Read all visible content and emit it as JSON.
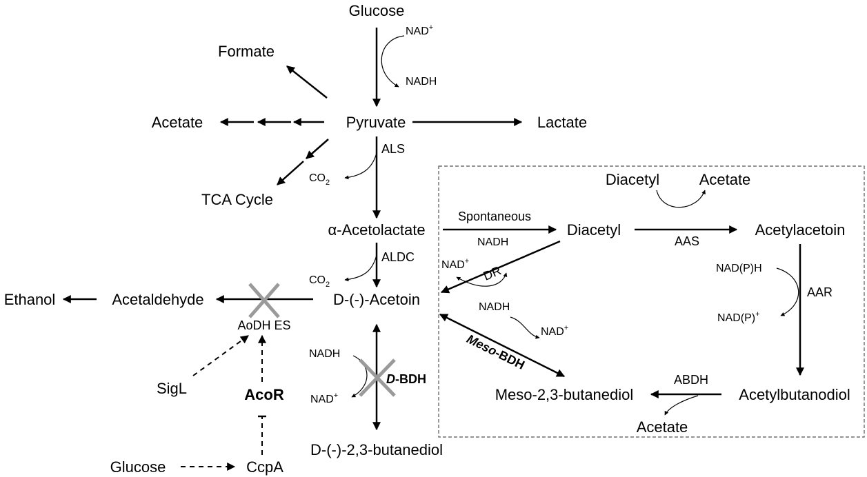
{
  "nodes": {
    "glucose_top": "Glucose",
    "formate": "Formate",
    "acetate_left": "Acetate",
    "pyruvate": "Pyruvate",
    "lactate": "Lactate",
    "tca_cycle": "TCA Cycle",
    "alpha_acetolactate": "α-Acetolactate",
    "d_acetoin": "D-(-)-Acetoin",
    "acetaldehyde": "Acetaldehyde",
    "ethanol": "Ethanol",
    "d_butanediol": "D-(-)-2,3-butanediol",
    "sigl": "SigL",
    "acor": "AcoR",
    "glucose_bottom": "Glucose",
    "ccpa": "CcpA",
    "diacetyl_main": "Diacetyl",
    "diacetyl_cofactor": "Diacetyl",
    "acetate_aas": "Acetate",
    "acetylacetoin": "Acetylacetoin",
    "acetylbutanodiol": "Acetylbutanodiol",
    "meso_butanediol": "Meso-2,3-butanediol",
    "acetate_abdh": "Acetate"
  },
  "enzymes": {
    "als": "ALS",
    "aldc": "ALDC",
    "aodh_es": "AoDH ES",
    "d_bdh_prefix": "D",
    "d_bdh_suffix": "-BDH",
    "spontaneous": "Spontaneous",
    "aas": "AAS",
    "dr": "DR",
    "meso_bdh_prefix": "Meso",
    "meso_bdh_suffix": "-BDH",
    "aar": "AAR",
    "abdh": "ABDH"
  },
  "cofactors": {
    "nad_plus_glycolysis": "NAD",
    "nadh_glycolysis": "NADH",
    "co2_als": "CO",
    "co2_aldc": "CO",
    "nadh_dbdh": "NADH",
    "nad_plus_dbdh": "NAD",
    "nadh_dr": "NADH",
    "nad_plus_dr": "NAD",
    "nadh_mesobdh": "NADH",
    "nad_plus_mesobdh": "NAD",
    "nadph_aar": "NAD(P)H",
    "nadp_plus_aar_base": "NAD(P)",
    "plus_sign": "+",
    "two_sub": "2"
  },
  "colors": {
    "line": "#000000",
    "blocked_cross": "#9a9a9a",
    "background": "#ffffff"
  }
}
